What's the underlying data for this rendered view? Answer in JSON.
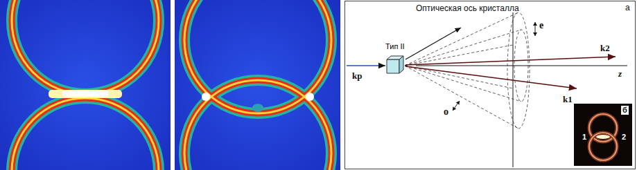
{
  "diagram": {
    "nodes": [
      {
        "text": [
          "Тип II"
        ]
      },
      {
        "text": [
          "1",
          "2",
          "б"
        ]
      }
    ],
    "labels": [
      "Оптическая ось кристалла",
      "а",
      "e",
      "k2",
      "kp",
      "z",
      "o",
      "k1"
    ]
  }
}
